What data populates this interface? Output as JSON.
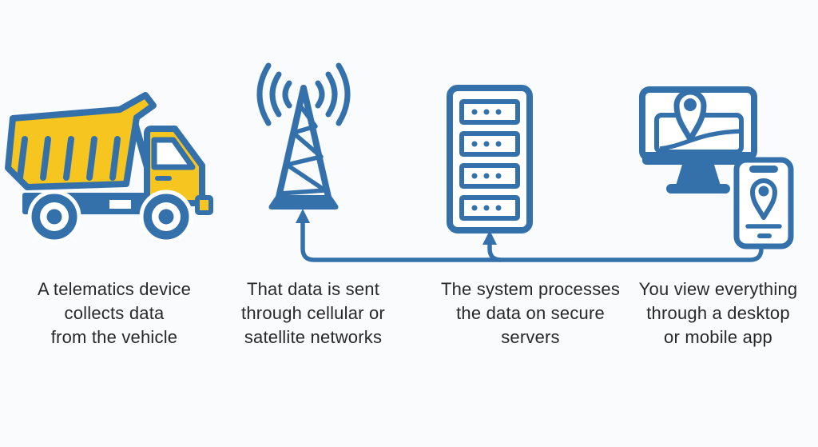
{
  "colors": {
    "blue": "#3471ab",
    "yellow": "#f6c51f",
    "text": "#27282a",
    "background": "#fafbfd",
    "white": "#ffffff"
  },
  "steps": [
    {
      "icon": "dump-truck-icon",
      "lines": [
        "A telematics device",
        "collects data",
        "from the vehicle"
      ]
    },
    {
      "icon": "cell-tower-icon",
      "lines": [
        "That data is sent",
        "through cellular or",
        "satellite networks"
      ]
    },
    {
      "icon": "server-rack-icon",
      "lines": [
        "The system processes",
        "the data on secure",
        "servers"
      ]
    },
    {
      "icon": "desktop-mobile-icon",
      "lines": [
        "You view everything",
        "through a desktop",
        "or mobile app"
      ]
    }
  ]
}
